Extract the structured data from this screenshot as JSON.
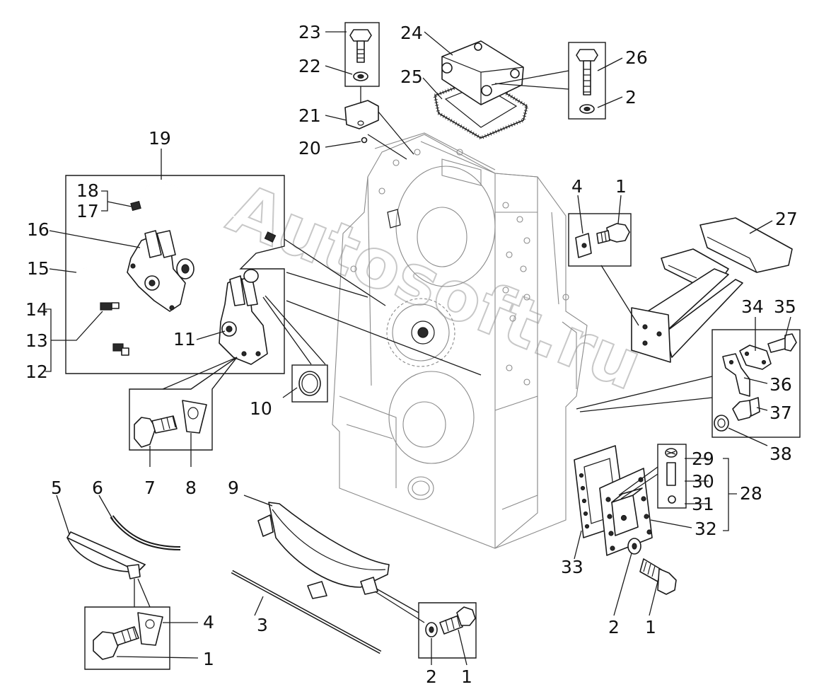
{
  "diagram": {
    "callouts": {
      "c23": "23",
      "c22": "22",
      "c21": "21",
      "c20": "20",
      "c24": "24",
      "c25": "25",
      "c26": "26",
      "c2top": "2",
      "c19": "19",
      "c18": "18",
      "c17": "17",
      "c16": "16",
      "c15": "15",
      "c14": "14",
      "c13": "13",
      "c12": "12",
      "c11": "11",
      "c10": "10",
      "c7": "7",
      "c8": "8",
      "c4r": "4",
      "c1r": "1",
      "c27": "27",
      "c34": "34",
      "c35": "35",
      "c36": "36",
      "c37": "37",
      "c38": "38",
      "c29": "29",
      "c30": "30",
      "c31": "31",
      "c28": "28",
      "c32": "32",
      "c33": "33",
      "c5": "5",
      "c6": "6",
      "c9": "9",
      "c3": "3",
      "c4bl": "4",
      "c1bl": "1",
      "c2bm": "2",
      "c1bm": "1",
      "c2br": "2",
      "c1br": "1"
    },
    "watermark": "Autosoft.ru"
  }
}
